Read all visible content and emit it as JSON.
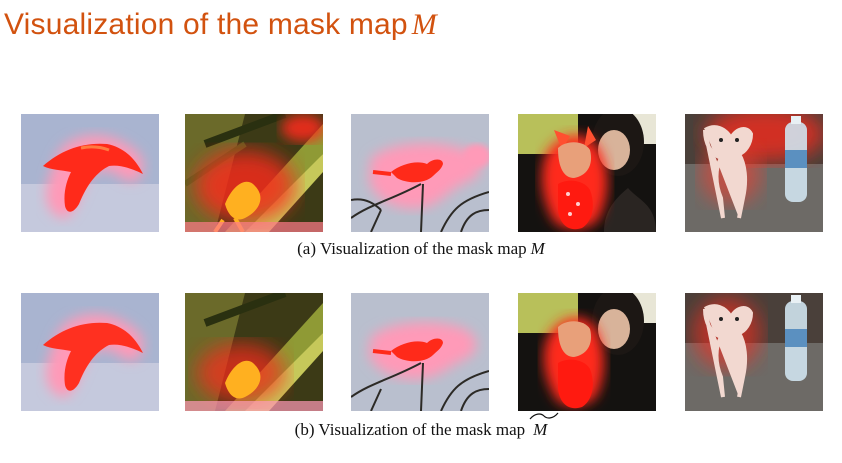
{
  "slide": {
    "title_text": "Visualization of the mask map",
    "title_symbol": "M"
  },
  "captions": {
    "a_text": "(a) Visualization of the mask map",
    "a_symbol": "M",
    "b_text": "(b) Visualization of the mask map",
    "b_symbol": "M"
  },
  "colors": {
    "title": "#d2520f",
    "mask_red": "#ff2a1a",
    "mask_pink": "#ff9ab8"
  },
  "thumbnails": [
    {
      "name": "bird-in-flight",
      "row": "a"
    },
    {
      "name": "tropical-bird-leaves",
      "row": "a"
    },
    {
      "name": "bird-on-branch",
      "row": "a"
    },
    {
      "name": "woman-with-chihuahua",
      "row": "a"
    },
    {
      "name": "chihuahua-with-bottle",
      "row": "a"
    },
    {
      "name": "bird-in-flight",
      "row": "b"
    },
    {
      "name": "tropical-bird-leaves",
      "row": "b"
    },
    {
      "name": "bird-on-branch",
      "row": "b"
    },
    {
      "name": "woman-with-chihuahua",
      "row": "b"
    },
    {
      "name": "chihuahua-with-bottle",
      "row": "b"
    }
  ]
}
